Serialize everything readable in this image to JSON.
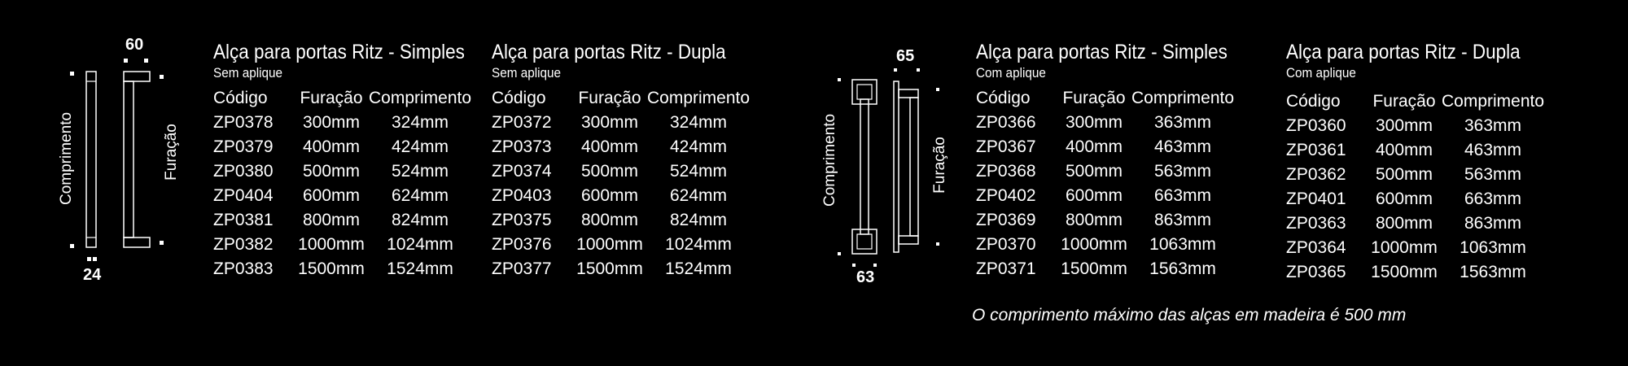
{
  "diagram_left": {
    "top_dim": "60",
    "bottom_dim": "24",
    "length_label": "Comprimento",
    "hole_label": "Furação"
  },
  "diagram_right": {
    "top_dim": "65",
    "bottom_dim": "63",
    "length_label": "Comprimento",
    "hole_label": "Furação"
  },
  "tables": [
    {
      "title": "Alça para portas Ritz - Simples",
      "subtitle": "Sem aplique",
      "headers": [
        "Código",
        "Furação",
        "Comprimento"
      ],
      "rows": [
        [
          "ZP0378",
          "300mm",
          "324mm"
        ],
        [
          "ZP0379",
          "400mm",
          "424mm"
        ],
        [
          "ZP0380",
          "500mm",
          "524mm"
        ],
        [
          "ZP0404",
          "600mm",
          "624mm"
        ],
        [
          "ZP0381",
          "800mm",
          "824mm"
        ],
        [
          "ZP0382",
          "1000mm",
          "1024mm"
        ],
        [
          "ZP0383",
          "1500mm",
          "1524mm"
        ]
      ]
    },
    {
      "title": "Alça para portas Ritz - Dupla",
      "subtitle": "Sem aplique",
      "headers": [
        "Código",
        "Furação",
        "Comprimento"
      ],
      "rows": [
        [
          "ZP0372",
          "300mm",
          "324mm"
        ],
        [
          "ZP0373",
          "400mm",
          "424mm"
        ],
        [
          "ZP0374",
          "500mm",
          "524mm"
        ],
        [
          "ZP0403",
          "600mm",
          "624mm"
        ],
        [
          "ZP0375",
          "800mm",
          "824mm"
        ],
        [
          "ZP0376",
          "1000mm",
          "1024mm"
        ],
        [
          "ZP0377",
          "1500mm",
          "1524mm"
        ]
      ]
    },
    {
      "title": "Alça para portas Ritz - Simples",
      "subtitle": "Com aplique",
      "headers": [
        "Código",
        "Furação",
        "Comprimento"
      ],
      "rows": [
        [
          "ZP0366",
          "300mm",
          "363mm"
        ],
        [
          "ZP0367",
          "400mm",
          "463mm"
        ],
        [
          "ZP0368",
          "500mm",
          "563mm"
        ],
        [
          "ZP0402",
          "600mm",
          "663mm"
        ],
        [
          "ZP0369",
          "800mm",
          "863mm"
        ],
        [
          "ZP0370",
          "1000mm",
          "1063mm"
        ],
        [
          "ZP0371",
          "1500mm",
          "1563mm"
        ]
      ]
    },
    {
      "title": "Alça para portas Ritz - Dupla",
      "subtitle": "Com aplique",
      "headers": [
        "Código",
        "Furação",
        "Comprimento"
      ],
      "rows": [
        [
          "ZP0360",
          "300mm",
          "363mm"
        ],
        [
          "ZP0361",
          "400mm",
          "463mm"
        ],
        [
          "ZP0362",
          "500mm",
          "563mm"
        ],
        [
          "ZP0401",
          "600mm",
          "663mm"
        ],
        [
          "ZP0363",
          "800mm",
          "863mm"
        ],
        [
          "ZP0364",
          "1000mm",
          "1063mm"
        ],
        [
          "ZP0365",
          "1500mm",
          "1563mm"
        ]
      ]
    }
  ],
  "note": "O comprimento máximo das alças em madeira é 500 mm"
}
